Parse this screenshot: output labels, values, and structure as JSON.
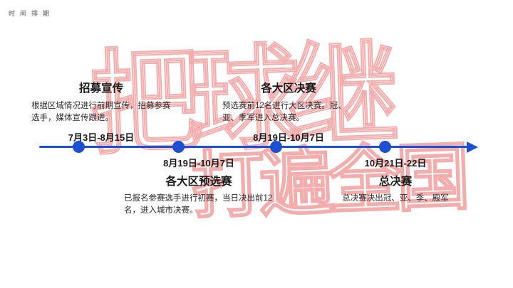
{
  "colors": {
    "accent": "#1d4fd3",
    "watermark": "#f3adad",
    "title_text": "#1a1a1a",
    "desc_text": "#2b2b2b",
    "page_label_text": "#8f8c8a"
  },
  "header": {
    "page_label": "时间排期"
  },
  "watermark": {
    "line1": "把球继",
    "line2": "打遍全国"
  },
  "timeline": {
    "milestones": [
      {
        "title": "招募宣传",
        "desc": "根据区域情况进行前期宣传，招募参赛选手，媒体宣传跟进。",
        "date": "7月3日-8月15日",
        "position": "above"
      },
      {
        "title": "各大区预选赛",
        "desc": "已报名参赛选手进行初赛，当日决出前12名，进入城市决赛。",
        "date": "8月19日-10月7日",
        "position": "below"
      },
      {
        "title": "各大区决赛",
        "desc": "预选赛前12名进行大区决赛。冠、亚、季军进入总决赛。",
        "date": "8月19日-10月7日",
        "position": "above"
      },
      {
        "title": "总决赛",
        "desc": "总决赛决出冠、亚、季、殿军",
        "date": "10月21日-22日",
        "position": "below"
      }
    ]
  }
}
